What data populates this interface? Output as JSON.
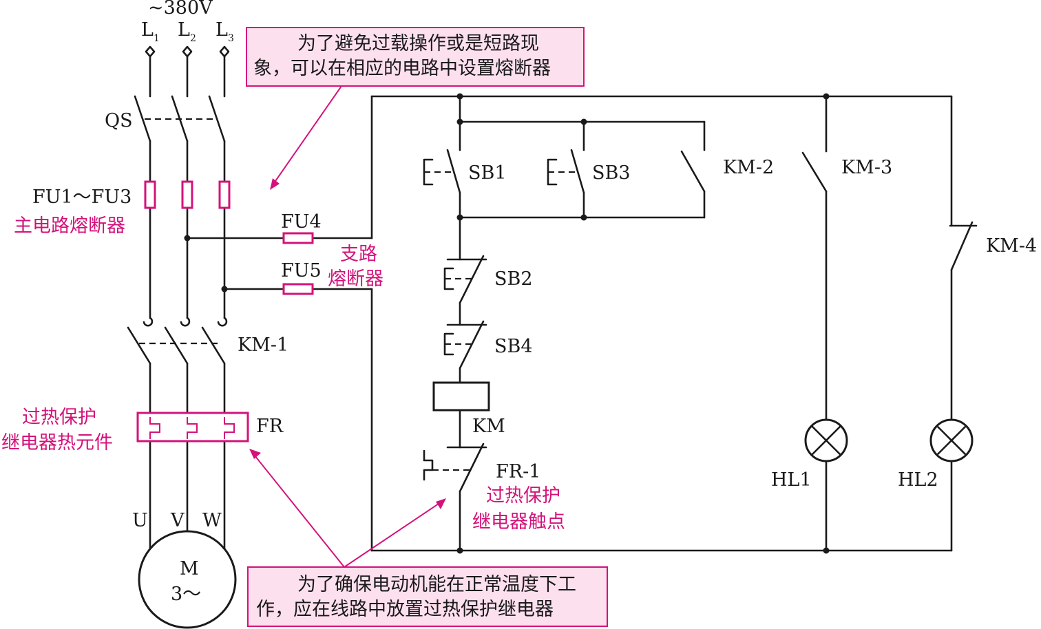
{
  "supply": {
    "voltage": "~380V",
    "phases": [
      {
        "name": "L",
        "index": "1"
      },
      {
        "name": "L",
        "index": "2"
      },
      {
        "name": "L",
        "index": "3"
      }
    ]
  },
  "labels": {
    "qs": "QS",
    "fu1_fu3": "FU1～FU3",
    "fu4": "FU4",
    "fu5": "FU5",
    "km1": "KM-1",
    "fr": "FR",
    "u": "U",
    "v": "V",
    "w": "W",
    "motor_m": "M",
    "motor_phase": "3～",
    "sb1": "SB1",
    "sb3": "SB3",
    "km2": "KM-2",
    "km3": "KM-3",
    "km4": "KM-4",
    "sb2": "SB2",
    "sb4": "SB4",
    "km": "KM",
    "fr1": "FR-1",
    "hl1": "HL1",
    "hl2": "HL2"
  },
  "notes": {
    "main_fuse": "主电路熔断器",
    "branch_fuse_1": "支路",
    "branch_fuse_2": "熔断器",
    "thermal_element_1": "过热保护",
    "thermal_element_2": "继电器热元件",
    "thermal_contact_1": "过热保护",
    "thermal_contact_2": "继电器触点"
  },
  "callouts": {
    "top_line1": "为了避免过载操作或是短路现",
    "top_line2": "象，可以在相应的电路中设置熔断器",
    "bottom_line1": "为了确保电动机能在正常温度下工",
    "bottom_line2": "作，应在线路中放置过热保护继电器"
  },
  "colors": {
    "accent": "#d4127a",
    "callout_bg": "#fde0ee",
    "wire": "#1a1a1a"
  }
}
